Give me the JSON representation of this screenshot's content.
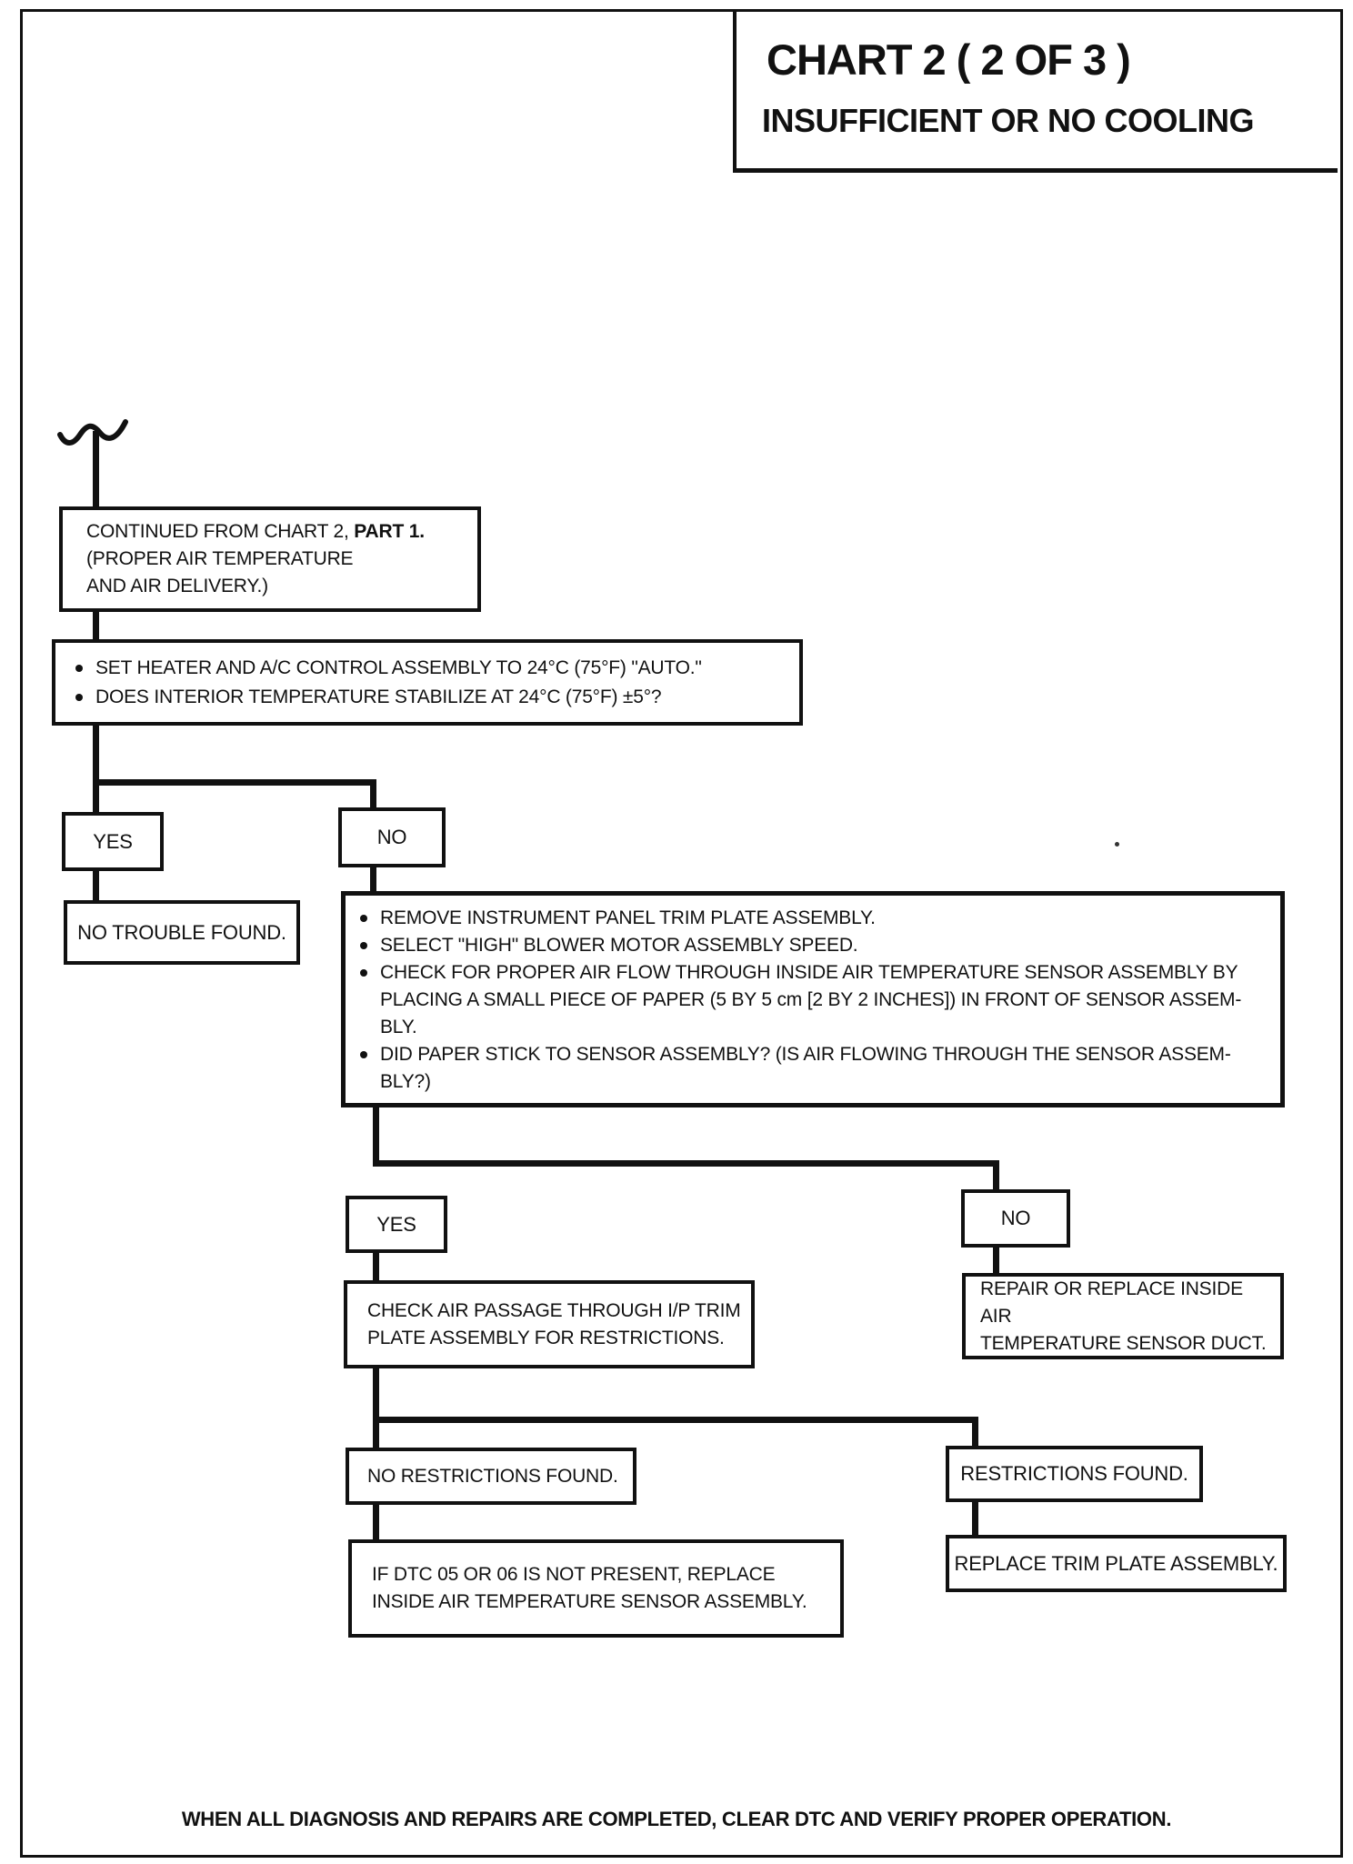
{
  "header": {
    "title_line1": "CHART 2 ( 2 OF 3 )",
    "title_line2": "INSUFFICIENT OR NO COOLING"
  },
  "footer": {
    "note": "WHEN ALL DIAGNOSIS AND REPAIRS ARE COMPLETED, CLEAR DTC AND VERIFY PROPER OPERATION."
  },
  "flowchart": {
    "continued": {
      "line1": "CONTINUED FROM CHART 2, ",
      "line1_bold": "PART 1.",
      "rest": "(PROPER AIR TEMPERATURE\nAND AIR DELIVERY.)"
    },
    "step1": {
      "bullet1": "SET HEATER AND A/C CONTROL ASSEMBLY TO 24°C (75°F) \"AUTO.\"",
      "bullet2": "DOES INTERIOR TEMPERATURE STABILIZE AT 24°C (75°F) ±5°?"
    },
    "branch1": {
      "yes": "YES",
      "no": "NO"
    },
    "no_trouble": "NO TROUBLE FOUND.",
    "step2": {
      "bullet1": "REMOVE INSTRUMENT PANEL TRIM PLATE ASSEMBLY.",
      "bullet2": "SELECT \"HIGH\" BLOWER MOTOR ASSEMBLY SPEED.",
      "bullet3": "CHECK FOR PROPER AIR FLOW THROUGH INSIDE AIR TEMPERATURE SENSOR ASSEMBLY BY\nPLACING A SMALL PIECE OF PAPER (5 BY 5 cm [2 BY 2 INCHES]) IN FRONT OF SENSOR ASSEM-\nBLY.",
      "bullet4": "DID PAPER STICK TO SENSOR ASSEMBLY? (IS AIR FLOWING THROUGH THE SENSOR ASSEM-\nBLY?)"
    },
    "branch2": {
      "yes": "YES",
      "no": "NO"
    },
    "check_air_passage": "CHECK AIR PASSAGE THROUGH I/P TRIM\nPLATE  ASSEMBLY FOR RESTRICTIONS.",
    "repair_duct": "REPAIR OR REPLACE INSIDE AIR\nTEMPERATURE SENSOR DUCT.",
    "no_restrictions": "NO RESTRICTIONS FOUND.",
    "restrictions": "RESTRICTIONS FOUND.",
    "replace_sensor": "IF DTC 05 OR 06 IS NOT PRESENT, REPLACE\nINSIDE AIR TEMPERATURE SENSOR ASSEMBLY.",
    "replace_trim": "REPLACE TRIM PLATE ASSEMBLY."
  },
  "colors": {
    "ink": "#111111",
    "paper": "#ffffff"
  }
}
